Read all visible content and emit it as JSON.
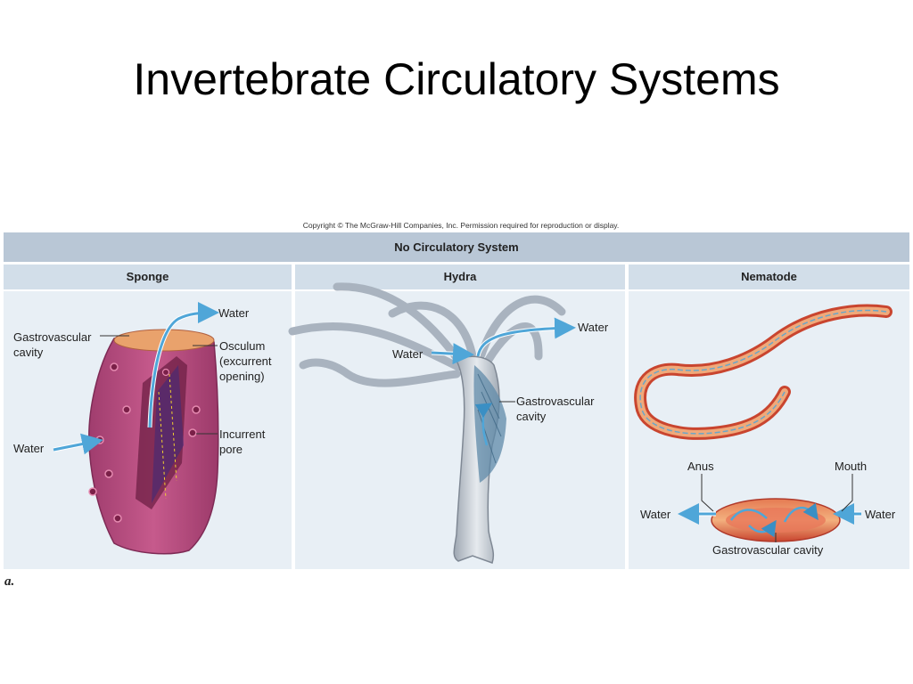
{
  "slide": {
    "title": "Invertebrate Circulatory Systems",
    "copyright": "Copyright © The McGraw-Hill Companies, Inc. Permission required for reproduction or display.",
    "figure_letter": "a."
  },
  "table": {
    "header": "No Circulatory System",
    "columns": [
      "Sponge",
      "Hydra",
      "Nematode"
    ]
  },
  "sponge": {
    "water_out": "Water",
    "gastrovascular_line1": "Gastrovascular",
    "gastrovascular_line2": "cavity",
    "osculum_line1": "Osculum",
    "osculum_line2": "(excurrent",
    "osculum_line3": "opening)",
    "incurrent_line1": "Incurrent",
    "incurrent_line2": "pore",
    "water_in": "Water"
  },
  "hydra": {
    "water_out": "Water",
    "water_in": "Water",
    "gastrovascular_line1": "Gastrovascular",
    "gastrovascular_line2": "cavity"
  },
  "nematode": {
    "anus": "Anus",
    "mouth": "Mouth",
    "water_left": "Water",
    "water_right": "Water",
    "gastrovascular": "Gastrovascular cavity"
  },
  "colors": {
    "header_bar": "#b9c7d6",
    "column_header": "#d2dee9",
    "column_body": "#e8eff5",
    "arrow_blue": "#4fa6d8",
    "sponge_pink": "#b0487c",
    "nematode_red": "#d9573f"
  }
}
